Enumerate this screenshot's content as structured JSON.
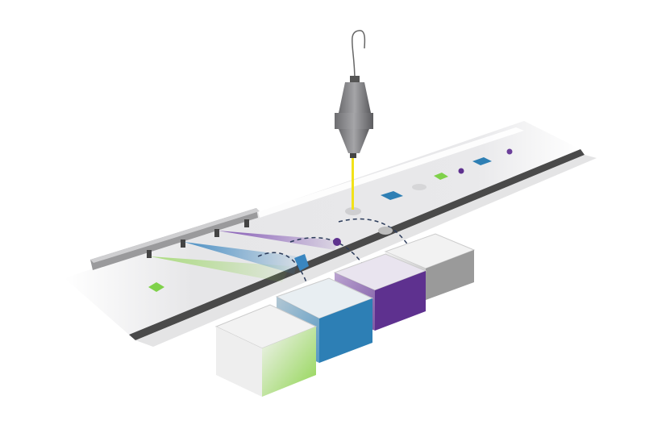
{
  "colors": {
    "beam": "#f2e21a",
    "green": "#7fd14a",
    "blue": "#2e7fb4",
    "purple": "#6b3f9a",
    "gray": "#bdbdbd",
    "belt": "#e9e9eb",
    "belt_edge": "#2a2a2a",
    "camera": "#8a8a8c"
  },
  "bins": [
    "green-bin",
    "blue-bin",
    "purple-bin",
    "gray-bin"
  ]
}
